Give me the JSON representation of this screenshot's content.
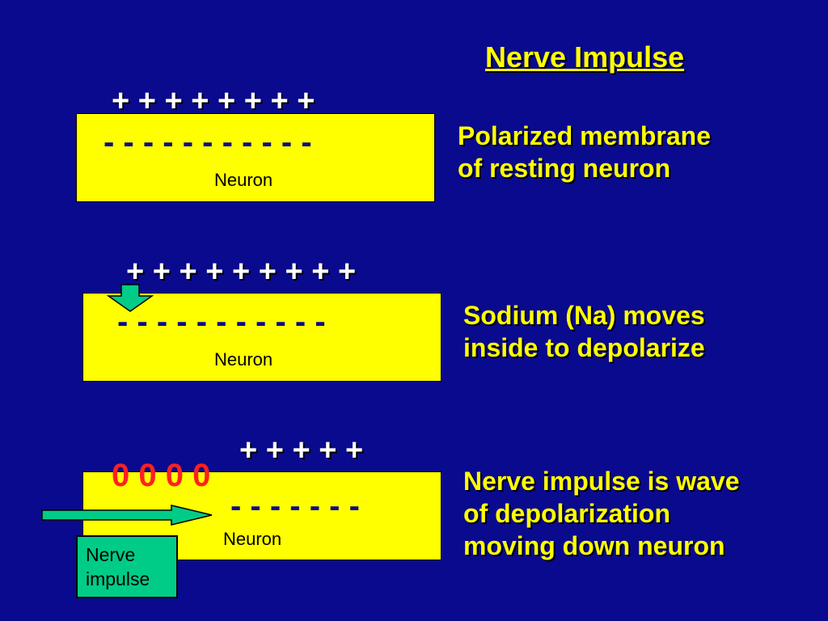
{
  "title": "Nerve Impulse",
  "panels": [
    {
      "plus": "+ + + + + + + +",
      "minus": "- - - - - - - - - - -",
      "neuron": "Neuron",
      "description": [
        "Polarized membrane",
        "of resting neuron"
      ]
    },
    {
      "plus": "+ + + + + + + + +",
      "minus": "- - - - - - - - - - -",
      "neuron": "Neuron",
      "description": [
        "Sodium (Na) moves",
        "inside to depolarize"
      ]
    },
    {
      "zeros": "0 0 0 0",
      "plus": "+ + + + +",
      "minus": "- - - - - - -",
      "neuron": "Neuron",
      "description": [
        "Nerve impulse is wave",
        "of depolarization",
        "moving down neuron"
      ]
    }
  ],
  "impulse_label": [
    "Nerve",
    "impulse"
  ],
  "colors": {
    "background": "#0a0a8e",
    "neuron": "#ffff00",
    "text": "#ffff00",
    "depolarized": "#ff2020",
    "arrow": "#00cc88"
  },
  "icons": [
    "sodium-down-arrow-icon",
    "impulse-right-arrow-icon"
  ]
}
